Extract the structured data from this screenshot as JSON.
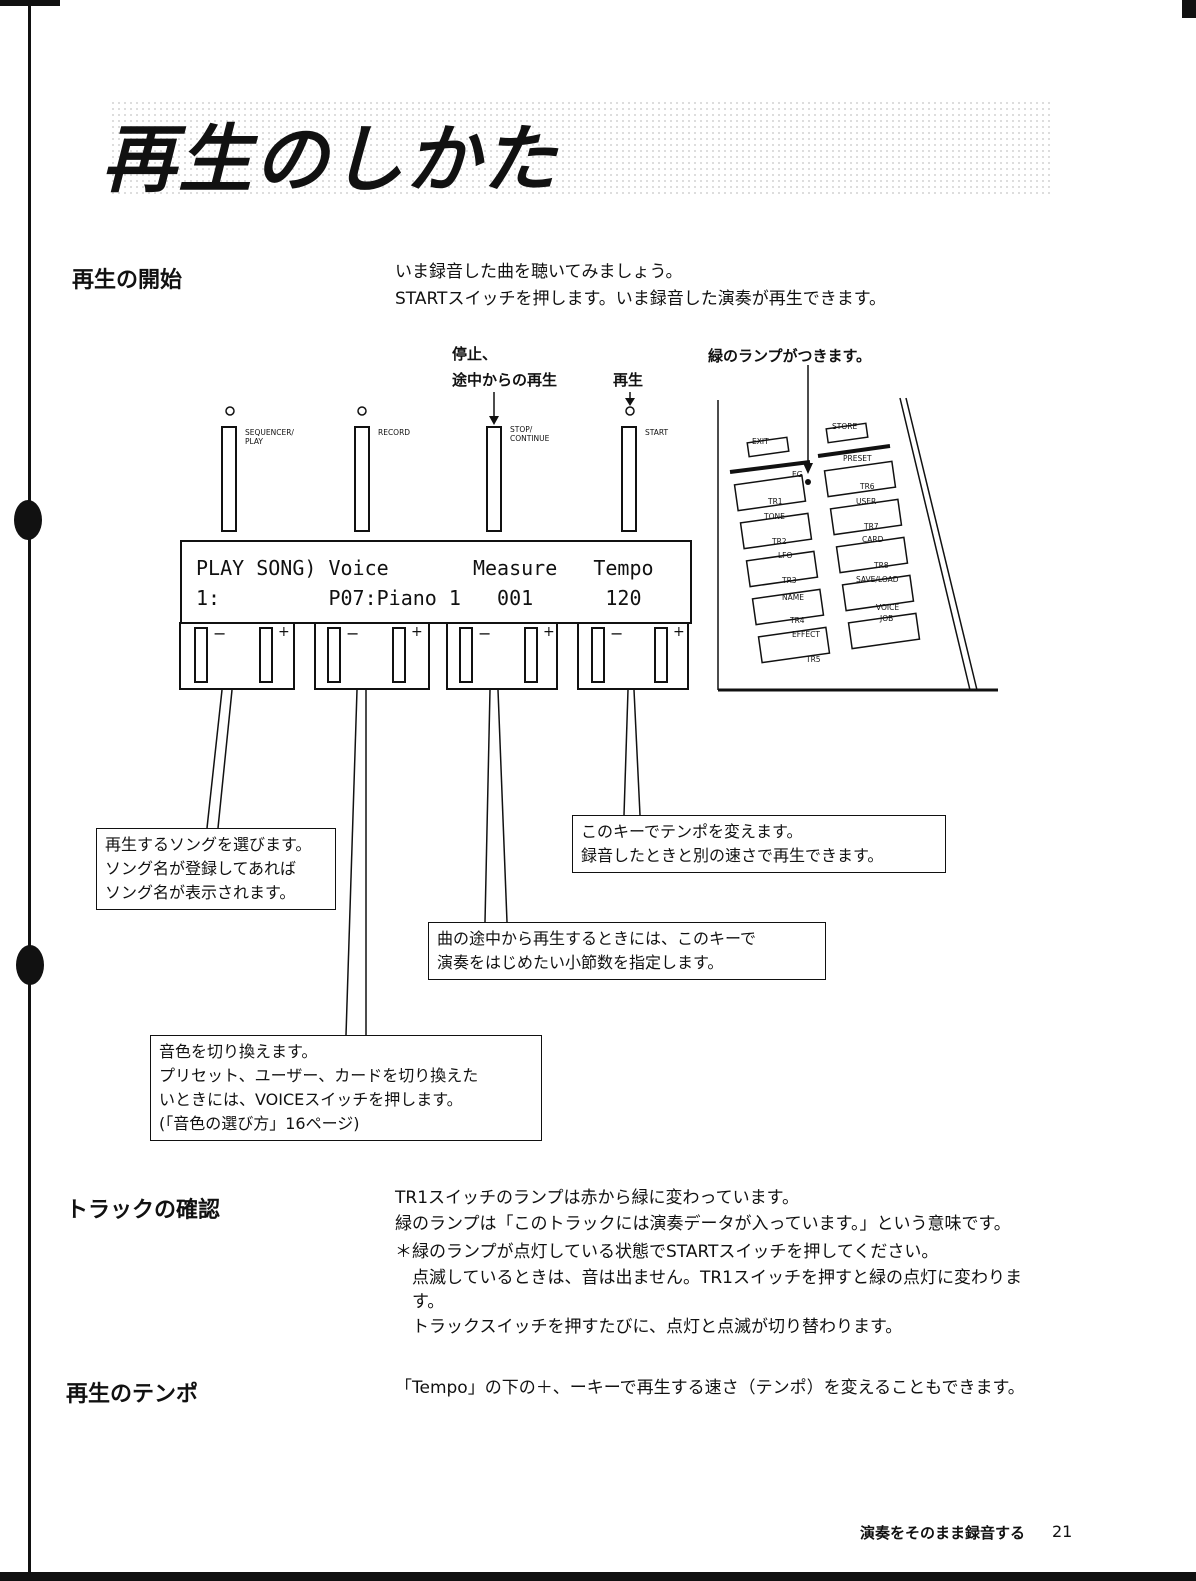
{
  "title": "再生のしかた",
  "sections": {
    "start": {
      "heading": "再生の開始",
      "lines": [
        "いま録音した曲を聴いてみましょう。",
        "STARTスイッチを押します。いま録音した演奏が再生できます。"
      ]
    },
    "track": {
      "heading": "トラックの確認",
      "lines": [
        "TR1スイッチのランプは赤から緑に変わっています。",
        "緑のランプは「このトラックには演奏データが入っています。」という意味です。",
        "＊緑のランプが点灯している状態でSTARTスイッチを押してください。",
        "　点滅しているときは、音は出ません。TR1スイッチを押すと緑の点灯に変わりま",
        "　す。",
        "　トラックスイッチを押すたびに、点灯と点滅が切り替わります。"
      ]
    },
    "tempo": {
      "heading": "再生のテンポ",
      "line": "「Tempo」の下の＋、ーキーで再生する速さ（テンポ）を変えることもできます。"
    }
  },
  "diagram": {
    "annotations": {
      "stop": "停止、",
      "stop2": "途中からの再生",
      "play": "再生",
      "green_lamp": "緑のランプがつきます。"
    },
    "switches": [
      "SEQUENCER/\nPLAY",
      "RECORD",
      "STOP/\nCONTINUE",
      "START"
    ],
    "lcd": {
      "row1": "PLAY SONG) Voice       Measure   Tempo",
      "row2": "1:         P07:Piano 1   001      120"
    },
    "minus": "−",
    "plus": "+",
    "panel_labels": [
      "EXIT",
      "STORE",
      "EG",
      "PRESET",
      "TR1",
      "TR6",
      "TONE",
      "USER",
      "TR2",
      "TR7",
      "LFO",
      "CARD",
      "TR3",
      "TR8",
      "NAME",
      "SAVE/LOAD",
      "TR4",
      "VOICE",
      "EFFECT",
      "JOB",
      "TR5"
    ]
  },
  "callouts": {
    "song": [
      "再生するソングを選びます。",
      "ソング名が登録してあれば",
      "ソング名が表示されます。"
    ],
    "tempo": [
      "このキーでテンポを変えます。",
      "録音したときと別の速さで再生できます。"
    ],
    "measure": [
      "曲の途中から再生するときには、このキーで",
      "演奏をはじめたい小節数を指定します。"
    ],
    "voice": [
      "音色を切り換えます。",
      "プリセット、ユーザー、カードを切り換えた",
      "いときには、VOICEスイッチを押します。",
      "(「音色の選び方」16ページ)"
    ]
  },
  "footer": {
    "text": "演奏をそのまま録音する",
    "page": "21"
  }
}
